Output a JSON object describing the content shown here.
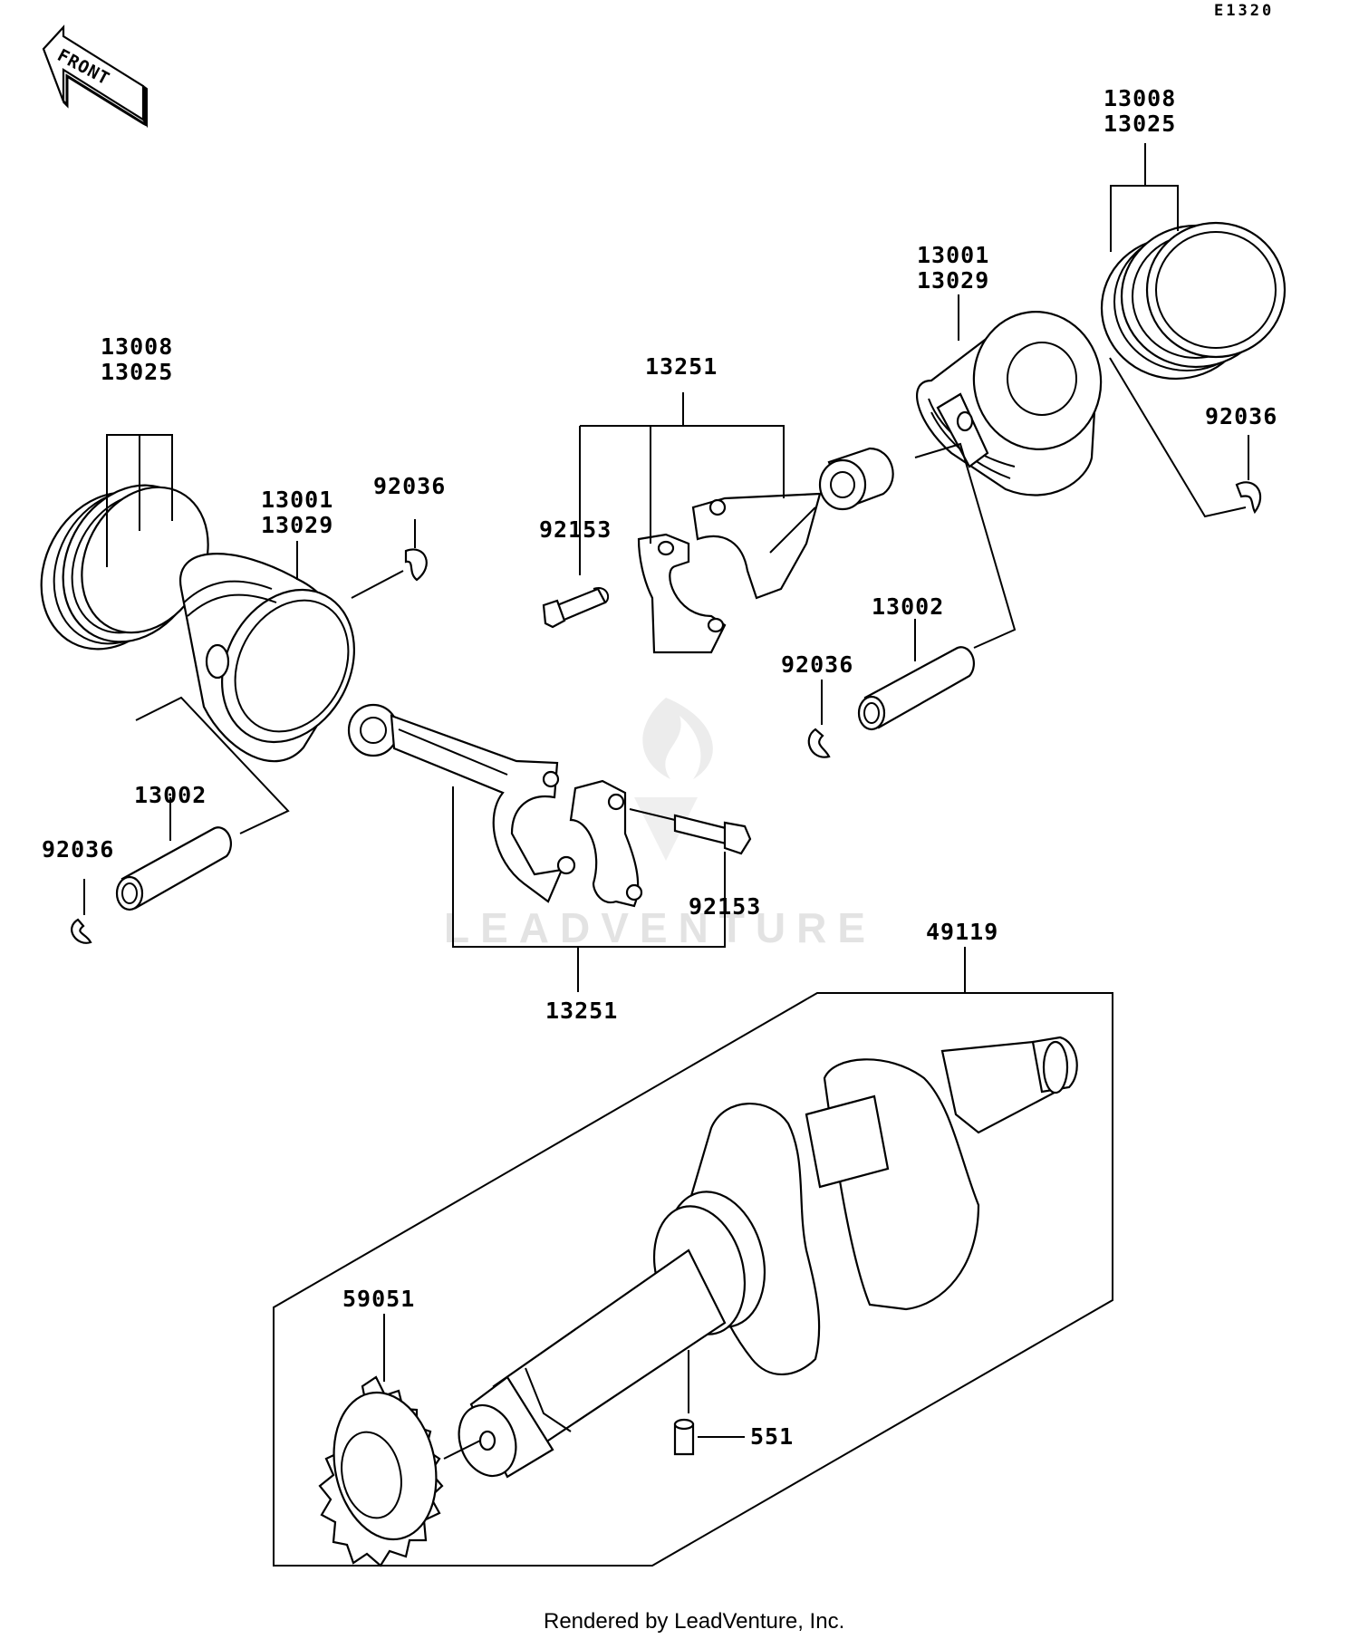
{
  "header": {
    "diagram_code": "E1320",
    "front_arrow_label": "FRONT"
  },
  "watermark": {
    "brand": "LEADVENTURE"
  },
  "callouts": {
    "rings_left": [
      "13008",
      "13025"
    ],
    "piston_left": [
      "13001",
      "13029"
    ],
    "clip_left_top": "92036",
    "pin_left": "13002",
    "clip_left_bottom": "92036",
    "conrod_top": "13251",
    "bolt_top": "92153",
    "piston_right": [
      "13001",
      "13029"
    ],
    "rings_right": [
      "13008",
      "13025"
    ],
    "clip_right_top": "92036",
    "pin_right": "13002",
    "clip_right_mid": "92036",
    "bolt_bottom": "92153",
    "conrod_bottom": "13251",
    "crankshaft": "49119",
    "gear": "59051",
    "dowel": "551"
  },
  "footer": {
    "credit": "Rendered by LeadVenture, Inc."
  }
}
